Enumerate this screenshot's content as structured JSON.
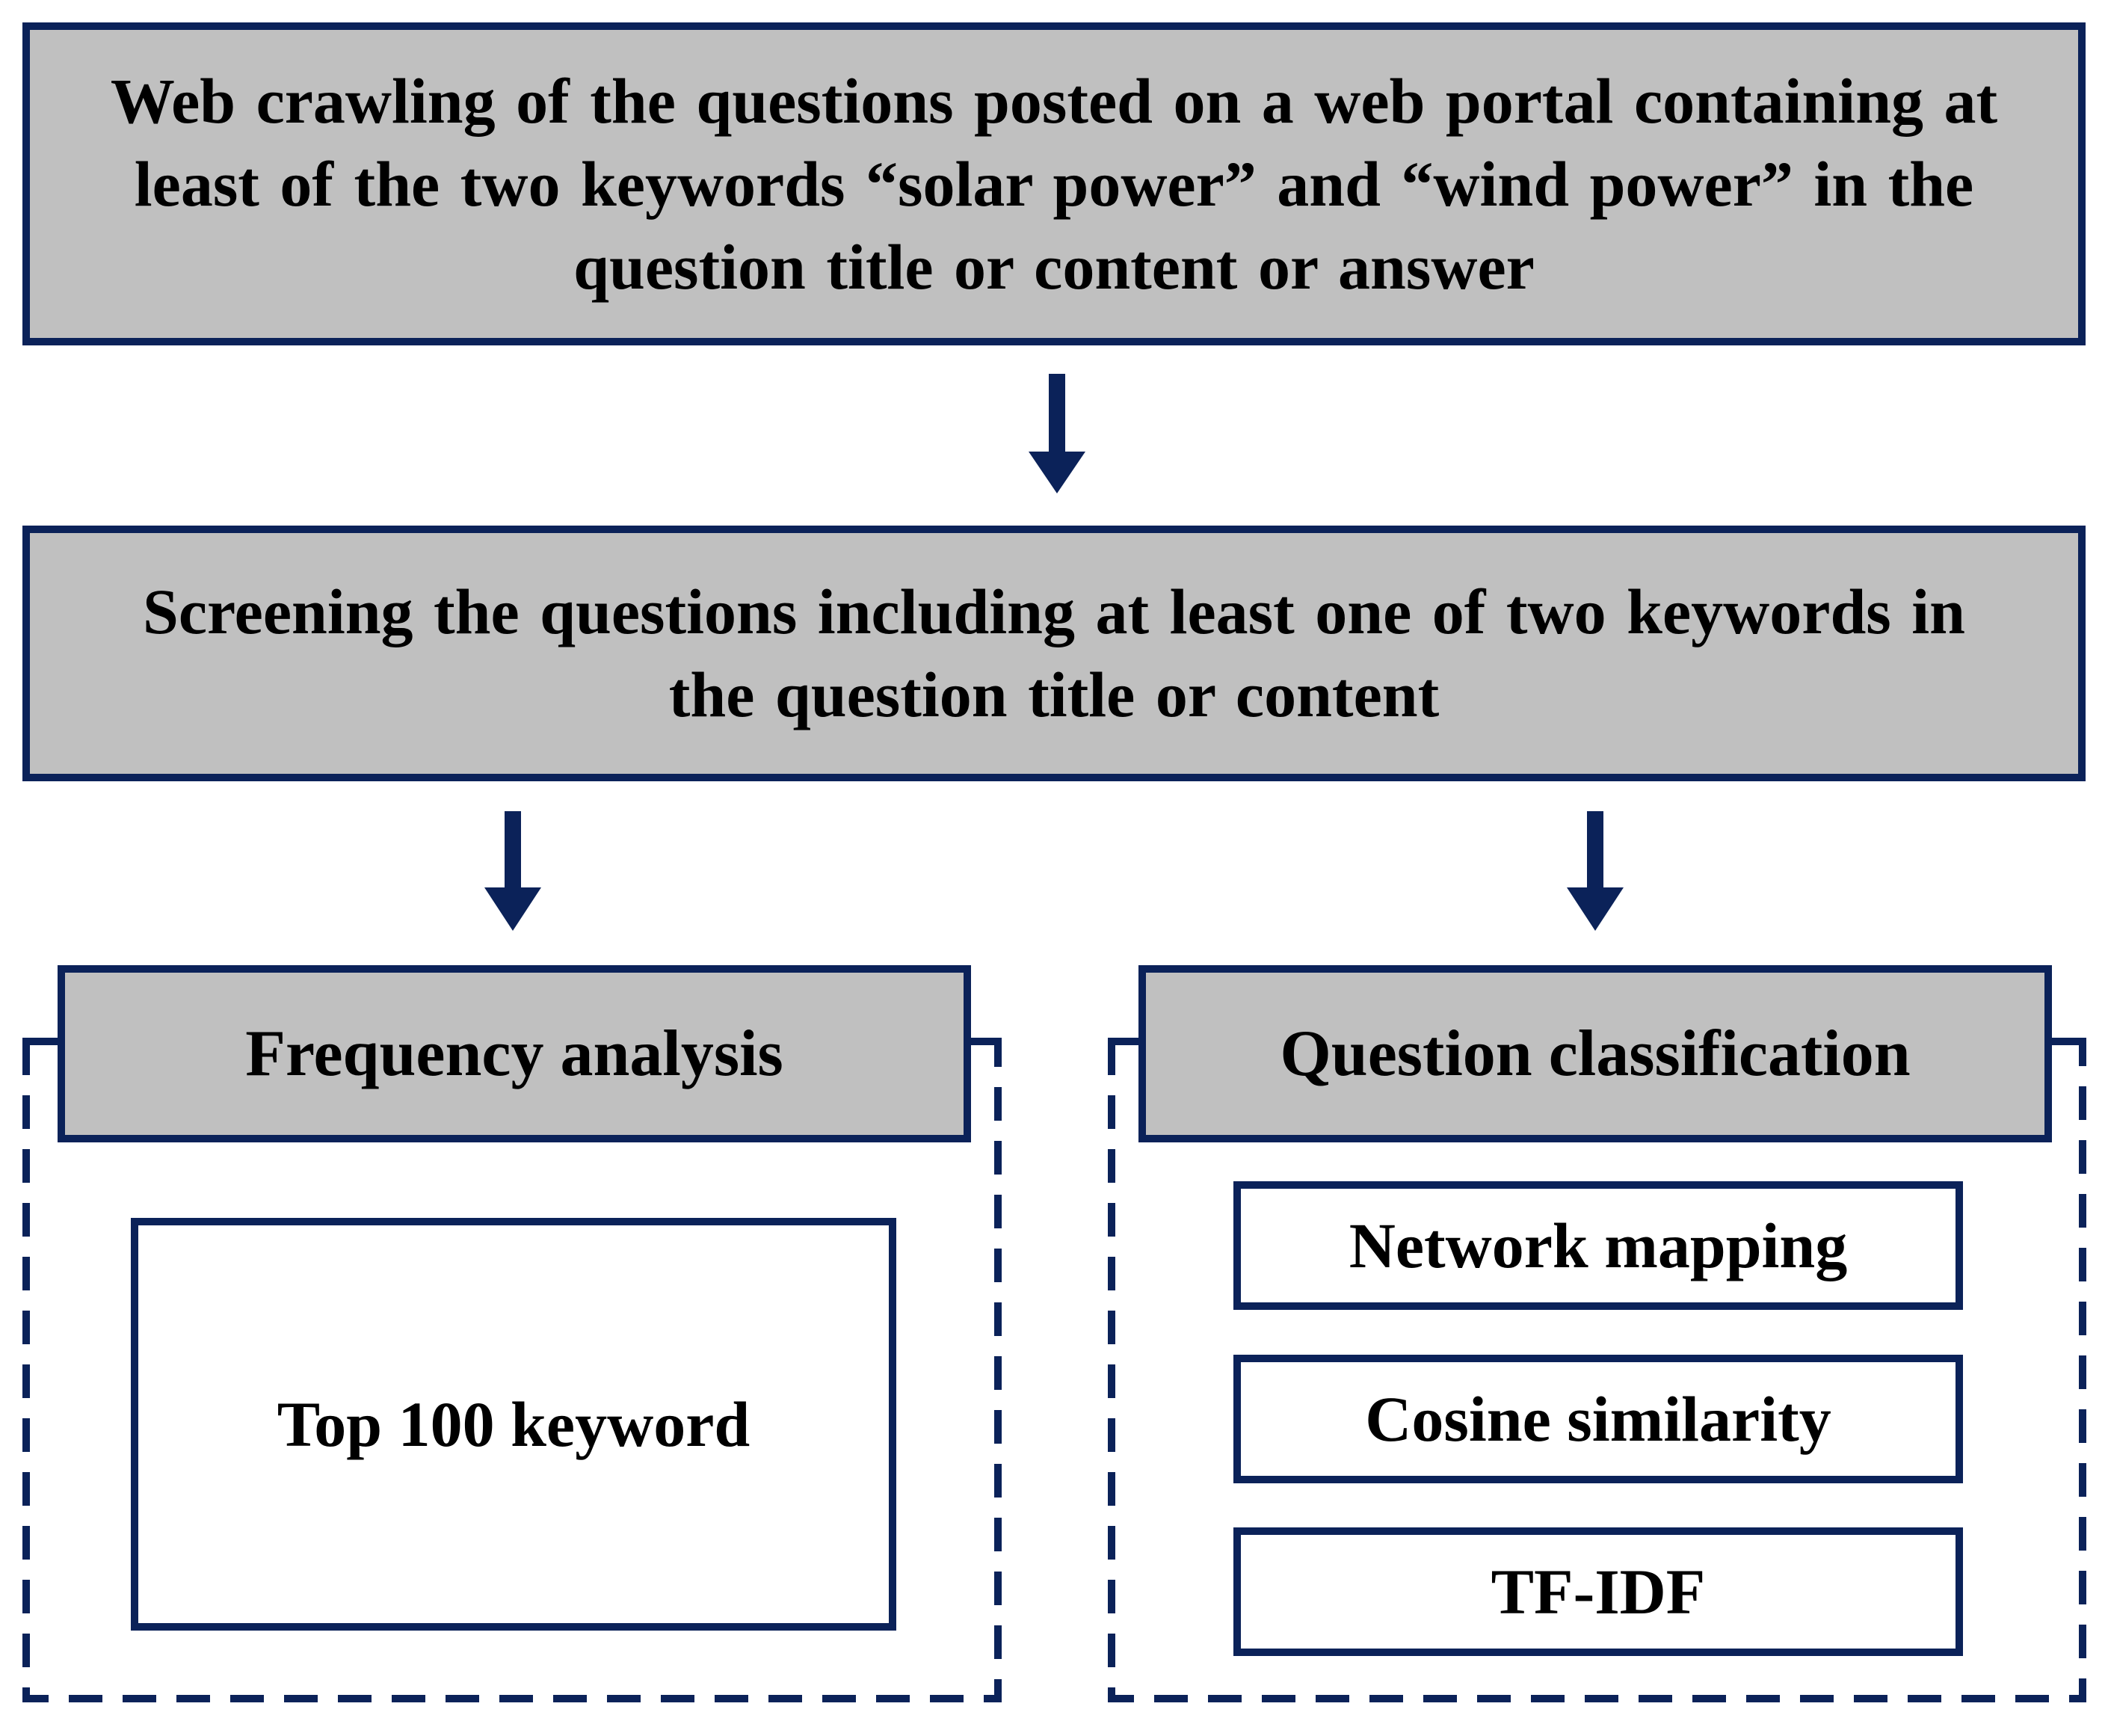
{
  "steps": {
    "crawl": {
      "lines": [
        "Web crawling of the questions posted on a web portal containing at",
        "least of the two keywords “solar power” and “wind power” in the",
        "question title or content or answer"
      ]
    },
    "screen": {
      "lines": [
        "Screening the questions including at least one of two keywords in",
        "the question title or content"
      ]
    }
  },
  "branches": {
    "frequency": {
      "title": "Frequency analysis",
      "items": [
        "Top 100 keyword"
      ]
    },
    "classification": {
      "title": "Question classification",
      "items": [
        "Network mapping",
        "Cosine similarity",
        "TF-IDF"
      ]
    }
  },
  "colors": {
    "border": "#0b2259",
    "box_fill": "#c0c0c0",
    "background": "#ffffff",
    "text": "#000000"
  }
}
